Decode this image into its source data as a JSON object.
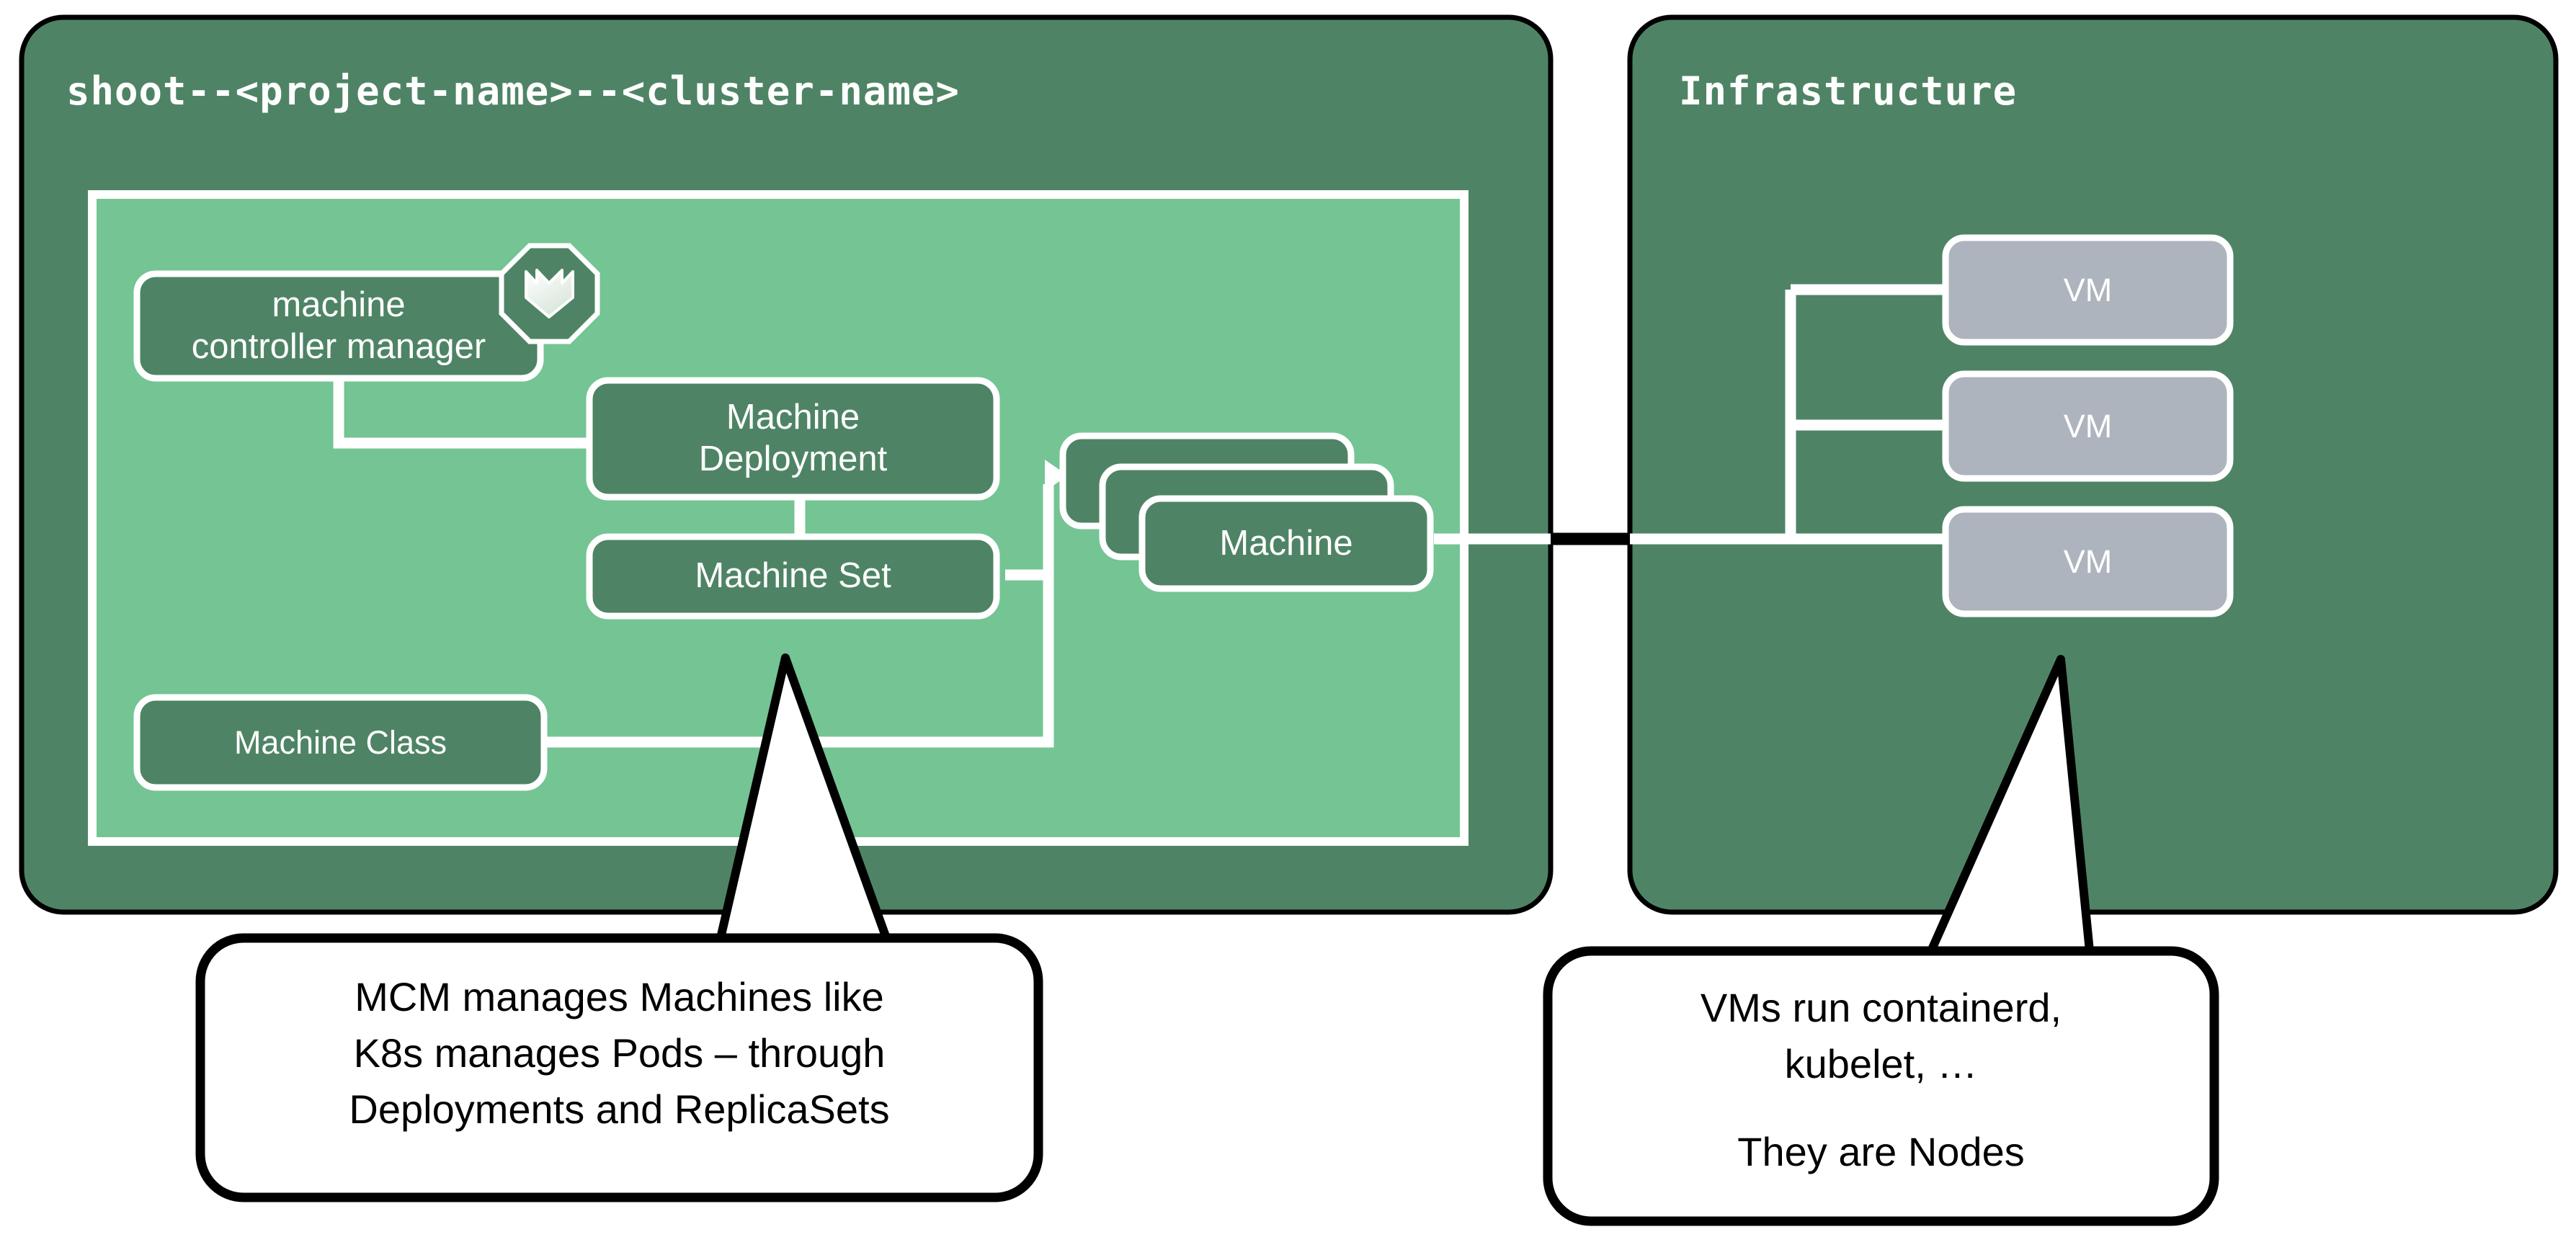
{
  "diagram": {
    "title": "Gardener Machine Controller Manager architecture",
    "colors": {
      "panel_green": "#4E8465",
      "inner_green": "#74C494",
      "node_green": "#4E8465",
      "vm_gray": "#AEB4BD",
      "stroke_white": "#FFFFFF",
      "stroke_black": "#000000",
      "background": "#FFFFFF"
    }
  },
  "panels": [
    {
      "id": "shoot-panel",
      "title": "shoot--<project-name>--<cluster-name>"
    },
    {
      "id": "infrastructure-panel",
      "title": "Infrastructure"
    }
  ],
  "shoot": {
    "title": "shoot--<project-name>--<cluster-name>",
    "logo_name": "gardener-logo-icon",
    "nodes": {
      "mcm": "machine\ncontroller manager",
      "machine_deployment": "Machine\nDeployment",
      "machine_set": "Machine Set",
      "machine": "Machine",
      "machine_class": "Machine Class"
    }
  },
  "infrastructure": {
    "title": "Infrastructure",
    "vms": [
      {
        "label": "VM"
      },
      {
        "label": "VM"
      },
      {
        "label": "VM"
      }
    ]
  },
  "callouts": [
    {
      "id": "mcm-callout",
      "lines": [
        "MCM manages Machines like",
        "K8s manages Pods – through",
        "Deployments and ReplicaSets"
      ]
    },
    {
      "id": "vm-callout",
      "lines": [
        "VMs run containerd,",
        "kubelet, …",
        "",
        "They are Nodes"
      ]
    }
  ],
  "callout_text": {
    "mcm_line1": "MCM manages Machines like",
    "mcm_line2": "K8s manages Pods – through",
    "mcm_line3": "Deployments and ReplicaSets",
    "vm_line1": "VMs run containerd,",
    "vm_line2": "kubelet, …",
    "vm_line3": "They are Nodes"
  }
}
